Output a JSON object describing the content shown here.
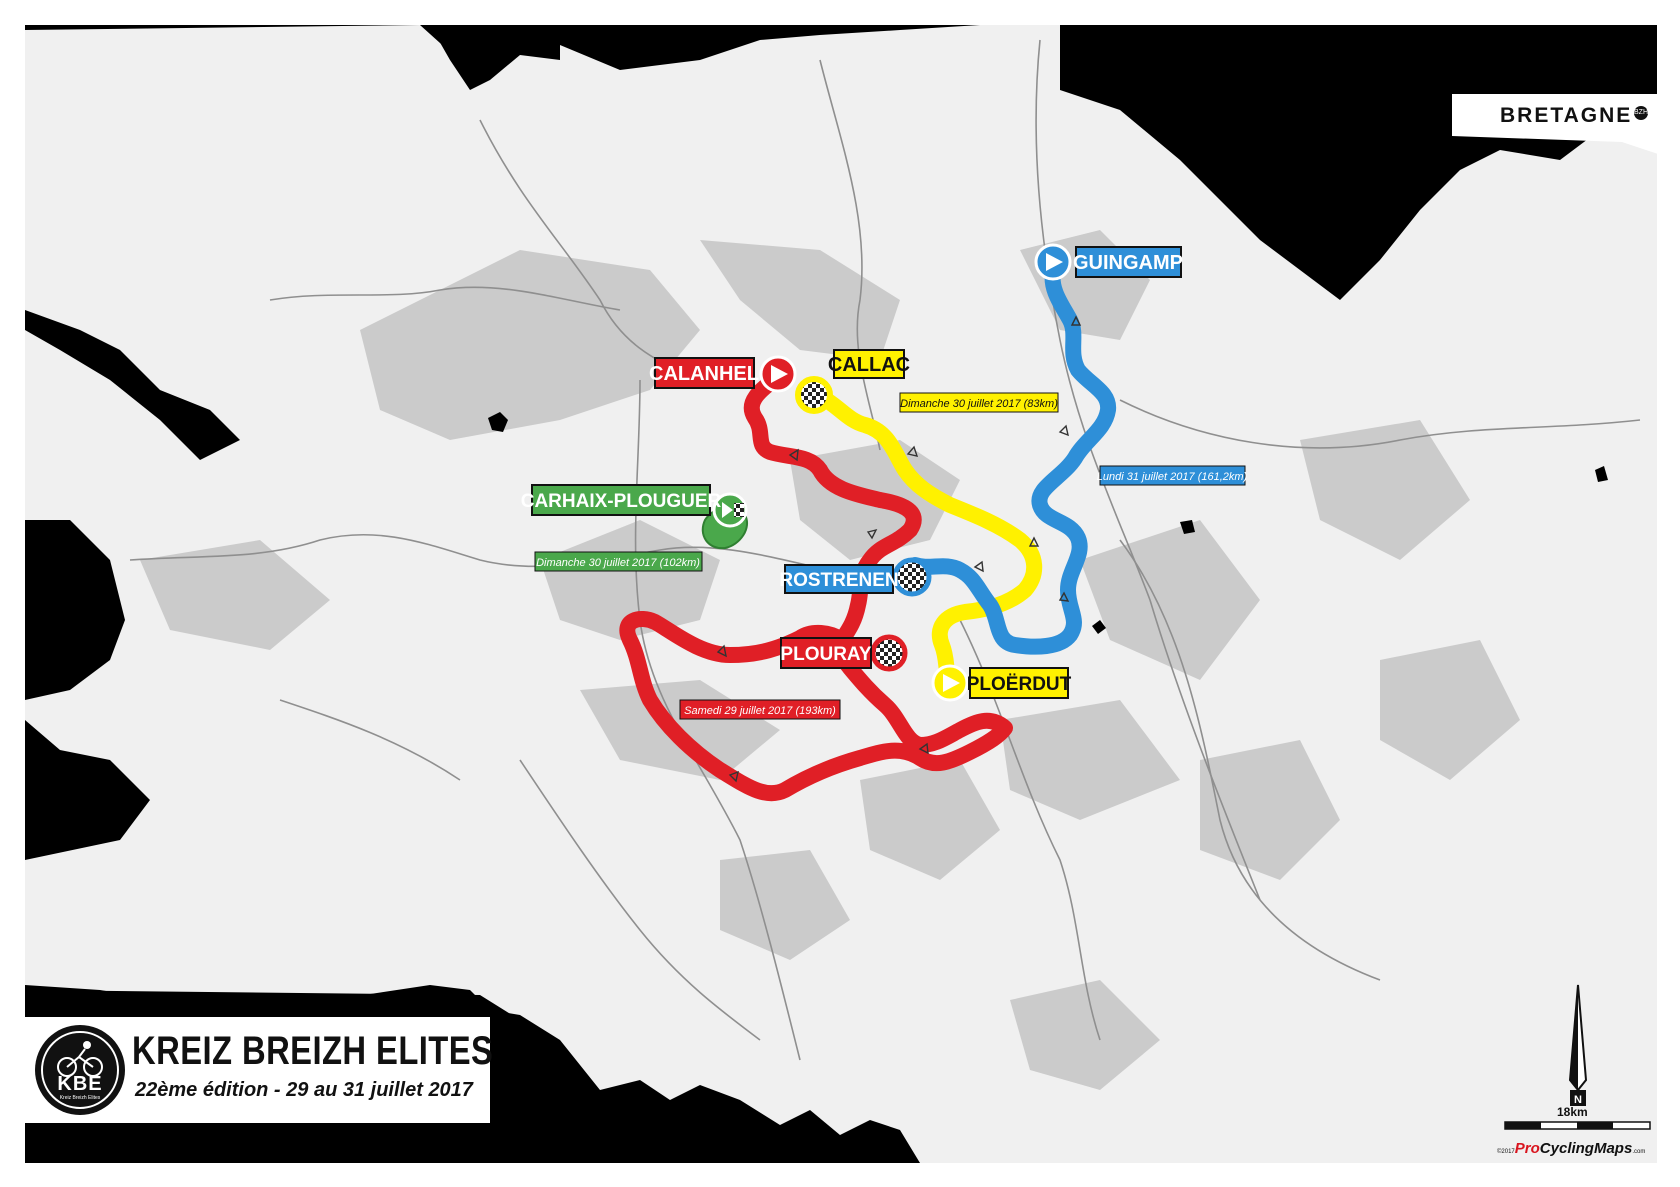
{
  "map": {
    "colors": {
      "sea": "#000000",
      "land": "#f0f0f0",
      "relief": "#c9c9c9",
      "river": "#9a9a9a",
      "stage_red": "#e01f26",
      "stage_yellow": "#fff100",
      "stage_blue": "#2e8fd8",
      "stage_green": "#4aa84b"
    }
  },
  "race": {
    "title": "KREIZ BREIZH ELITES",
    "subtitle": "22ème édition - 29 au 31 juillet 2017",
    "logo_text": "KBE",
    "logo_subtext": "Kreiz Breizh Elites"
  },
  "region_logo": {
    "text": "BRETAGNE",
    "badge": "BZH"
  },
  "places": {
    "guingamp": "GUINGAMP",
    "calanhel": "CALANHEL",
    "callac": "CALLAC",
    "carhaix": "CARHAIX-PLOUGUER",
    "rostrenen": "ROSTRENEN",
    "plouray": "PLOURAY",
    "ploerdut": "PLOËRDUT"
  },
  "stages": {
    "red": "Samedi 29 juillet 2017 (193km)",
    "yellow": "Dimanche 30 juillet 2017 (83km)",
    "green": "Dimanche 30 juillet 2017 (102km)",
    "blue": "Lundi 31 juillet 2017 (161,2km)"
  },
  "compass": {
    "north": "N"
  },
  "scale": {
    "label": "18km"
  },
  "credit": {
    "copy": "©2017",
    "brand_a": "Pro",
    "brand_b": "CyclingMaps",
    "suffix": ".com"
  }
}
